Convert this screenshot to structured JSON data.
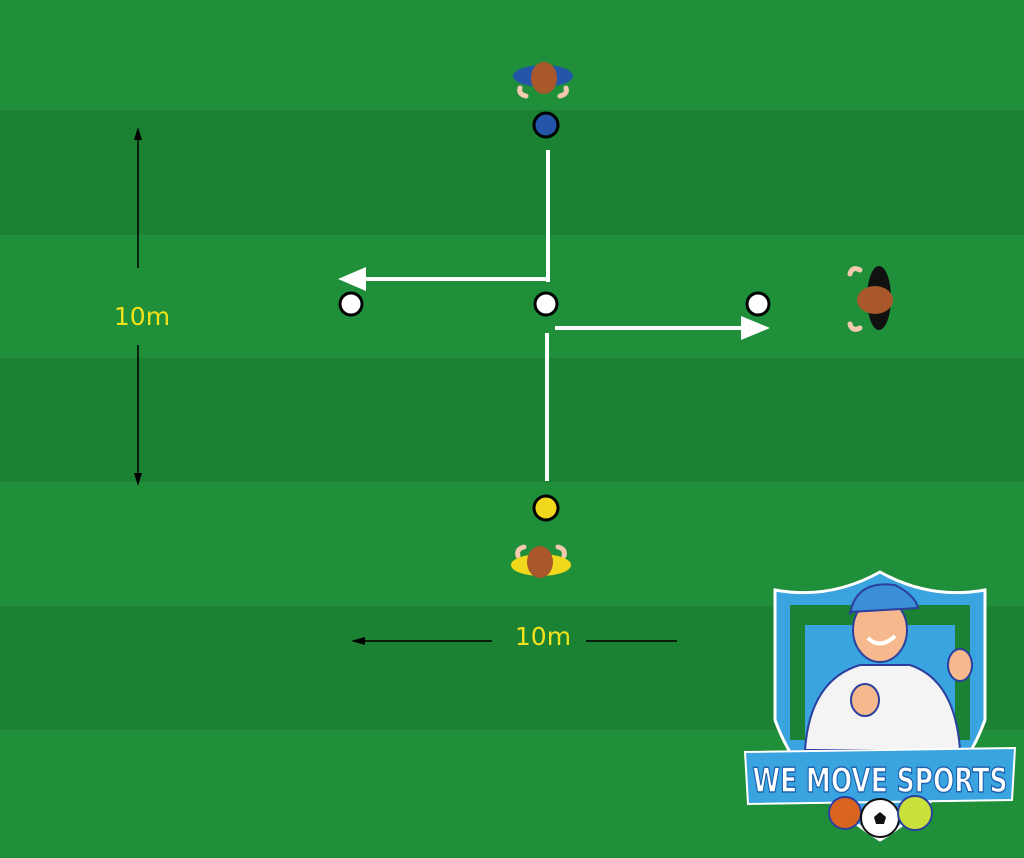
{
  "drill": {
    "vertical_distance_label": "10m",
    "horizontal_distance_label": "10m"
  },
  "players": [
    {
      "team_color": "#2356a8",
      "position": "top",
      "facing": "down"
    },
    {
      "team_color": "#f2d81c",
      "position": "bottom",
      "facing": "up"
    },
    {
      "team_color": "#111111",
      "position": "right",
      "facing": "left"
    }
  ],
  "cones": [
    {
      "color": "#2356a8"
    },
    {
      "color": "#ffffff"
    },
    {
      "color": "#ffffff"
    },
    {
      "color": "#ffffff"
    },
    {
      "color": "#f2d81c"
    }
  ],
  "colors": {
    "pitch_light": "#1f8f3a",
    "pitch_dark": "#1b8233",
    "label": "#f2e21c",
    "path": "#ffffff"
  },
  "logo": {
    "text": "WE MOVE SPORTS"
  }
}
